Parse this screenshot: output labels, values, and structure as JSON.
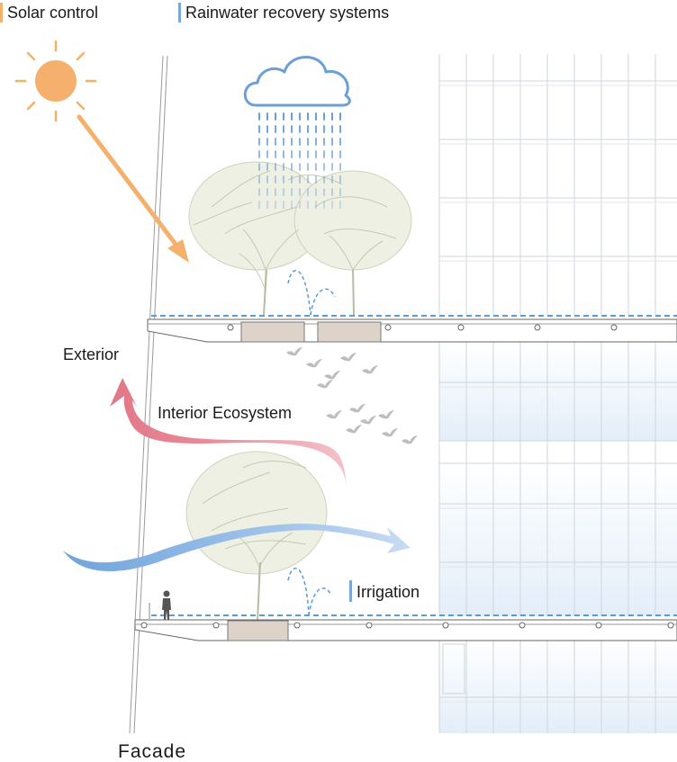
{
  "legend": [
    {
      "label": "Solar control",
      "color": "#f5b26b"
    },
    {
      "label": "Rainwater recovery systems",
      "color": "#7ba7d6"
    }
  ],
  "labels": {
    "exterior": "Exterior",
    "interior_ecosystem": "Interior Ecosystem",
    "irrigation": "Irrigation",
    "facade": "Facade"
  },
  "colors": {
    "sun": "#f4b06c",
    "rain": "#6a9fd8",
    "warm_flow": "#e98a99",
    "cool_flow": "#8cb3df",
    "planter": "#ddd3c8",
    "glass": "#e8f1fa",
    "tree": "#c8cab4",
    "bird": "#bdbdbd",
    "water_line": "#5b9bd8"
  },
  "icons": [
    "sun-icon",
    "cloud-icon",
    "rain-icon",
    "tree-icon",
    "bird-icon",
    "person-icon"
  ]
}
